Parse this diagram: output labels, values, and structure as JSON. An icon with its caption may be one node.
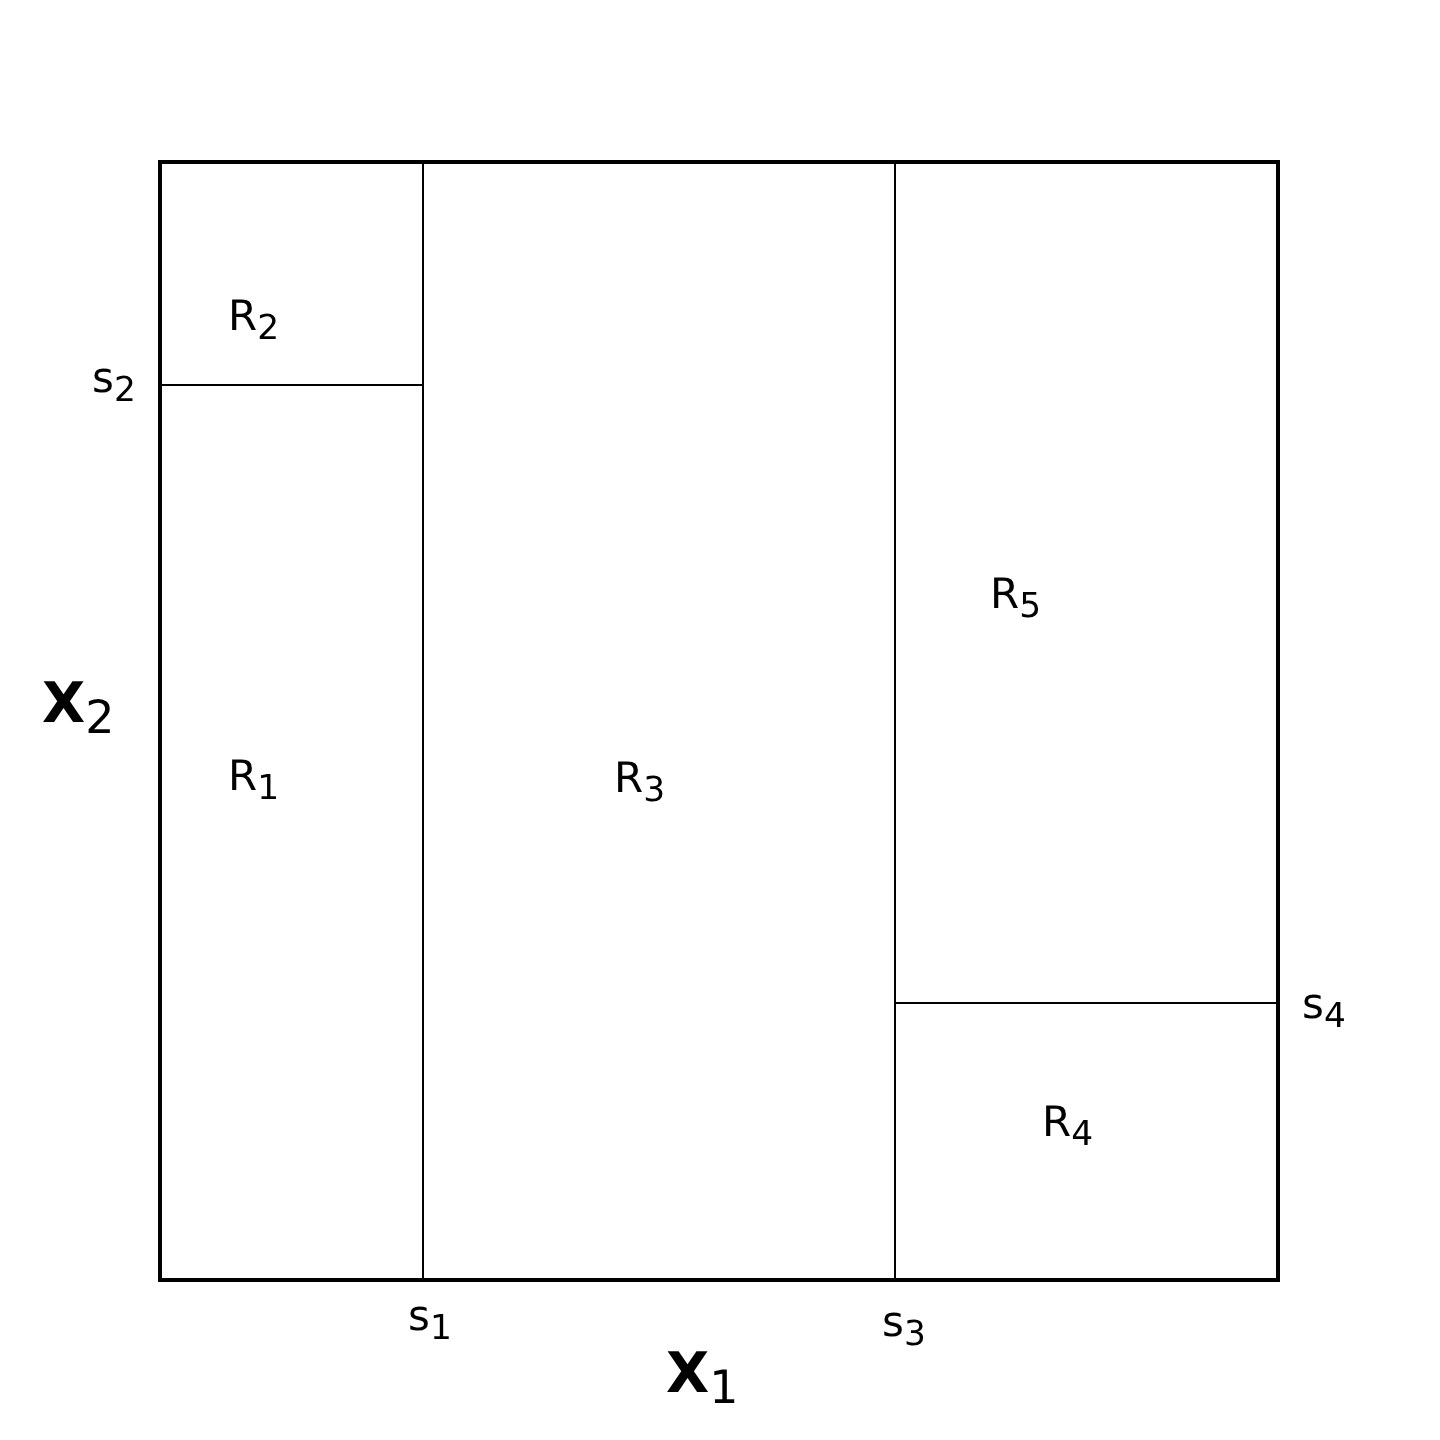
{
  "diagram": {
    "nodes": [
      {
        "text": [
          "R$_{2}$"
        ]
      },
      {
        "text": [
          "R$_{3}$"
        ]
      },
      {
        "text": [
          "R$_{5}$"
        ]
      },
      {
        "text": [
          "R$_{1}$"
        ]
      },
      {
        "text": [
          "R$_{4}$"
        ]
      }
    ],
    "labels": [
      "s$_{2}$",
      "**X**$_{2}$",
      "s$_{4}$",
      "s$_{1}$",
      "s$_{3}$",
      "**X**$_{1}$"
    ]
  }
}
